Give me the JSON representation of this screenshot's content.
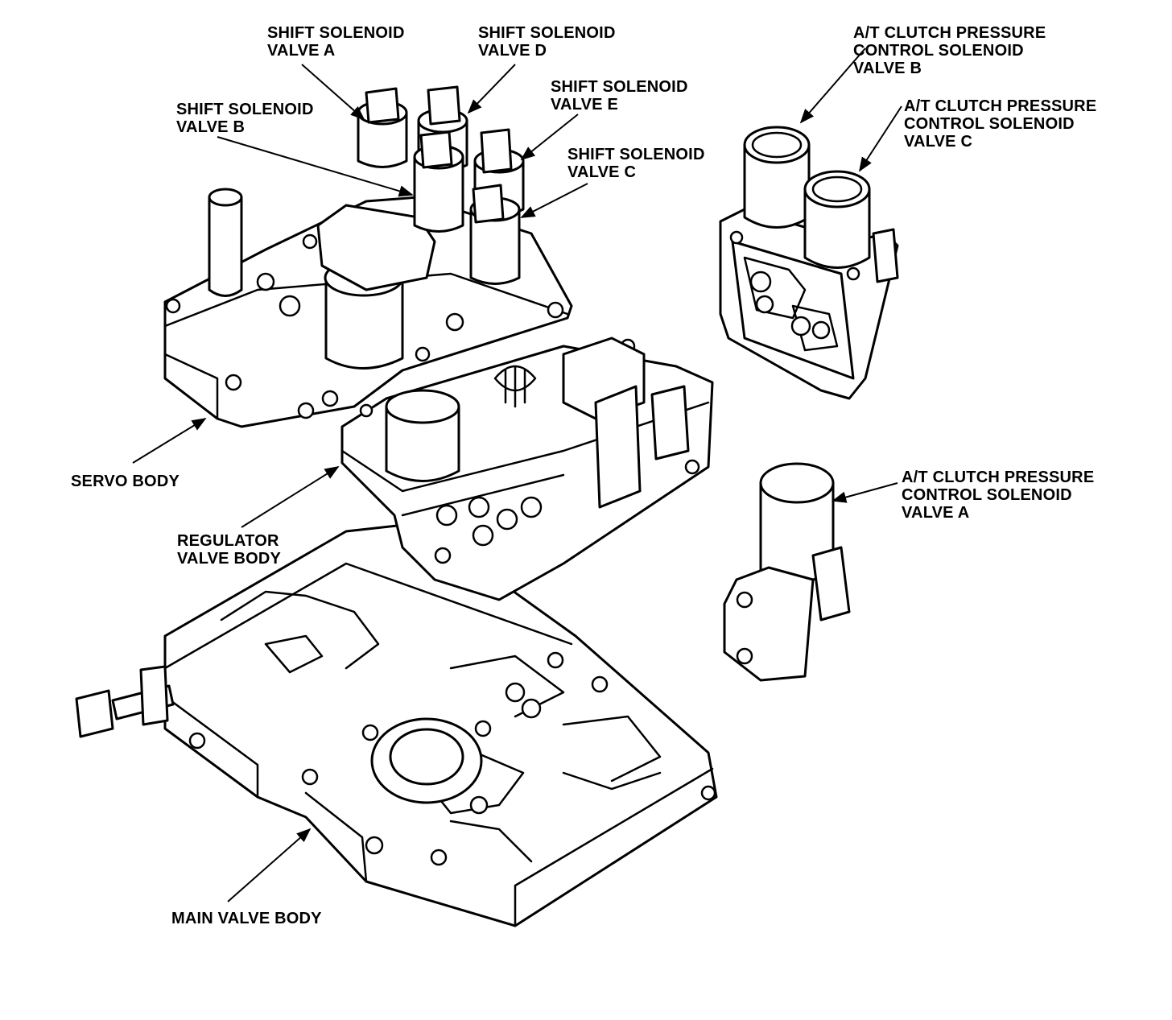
{
  "labels": {
    "shift_solenoid_a": [
      "SHIFT SOLENOID",
      "VALVE A"
    ],
    "shift_solenoid_d": [
      "SHIFT SOLENOID",
      "VALVE D"
    ],
    "shift_solenoid_b": [
      "SHIFT SOLENOID",
      "VALVE B"
    ],
    "shift_solenoid_e": [
      "SHIFT SOLENOID",
      "VALVE E"
    ],
    "shift_solenoid_c": [
      "SHIFT SOLENOID",
      "VALVE C"
    ],
    "clutch_pressure_b": [
      "A/T CLUTCH PRESSURE",
      "CONTROL SOLENOID",
      "VALVE B"
    ],
    "clutch_pressure_c": [
      "A/T CLUTCH PRESSURE",
      "CONTROL SOLENOID",
      "VALVE C"
    ],
    "clutch_pressure_a": [
      "A/T CLUTCH PRESSURE",
      "CONTROL SOLENOID",
      "VALVE A"
    ],
    "servo_body": [
      "SERVO BODY"
    ],
    "regulator_valve_body": [
      "REGULATOR",
      "VALVE BODY"
    ],
    "main_valve_body": [
      "MAIN VALVE BODY"
    ]
  }
}
